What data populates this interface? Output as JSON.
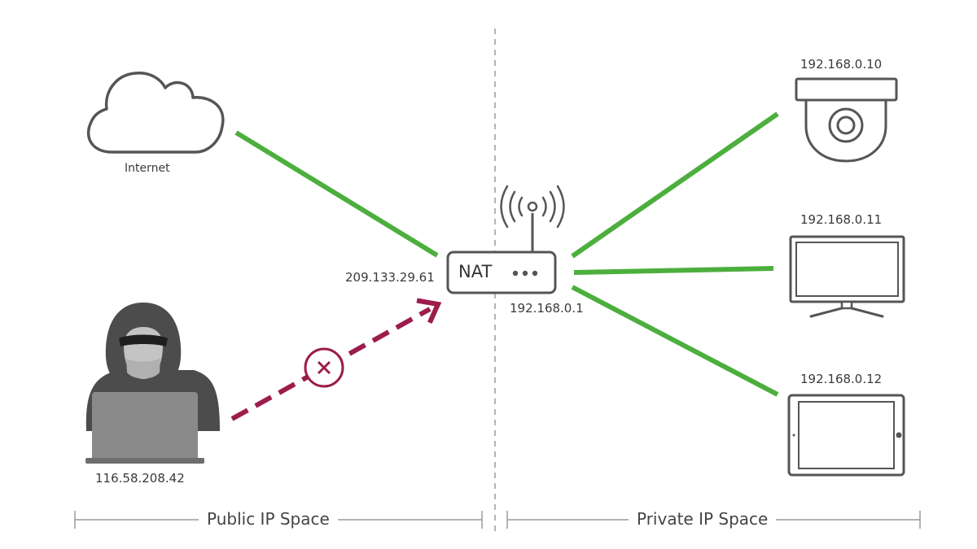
{
  "labels": {
    "internet": "Internet",
    "attacker_ip": "116.58.208.42",
    "router_public_ip": "209.133.29.61",
    "router_private_ip": "192.168.0.1",
    "router_name": "NAT",
    "camera_ip": "192.168.0.10",
    "monitor_ip": "192.168.0.11",
    "tablet_ip": "192.168.0.12",
    "public_space": "Public IP Space",
    "private_space": "Private IP Space"
  },
  "colors": {
    "link_ok": "#4caf3d",
    "link_blocked": "#9c1d4c",
    "outline": "#555555",
    "divider": "#9a9a9a"
  },
  "icons": [
    "cloud-icon",
    "hacker-icon",
    "laptop-icon",
    "router-icon",
    "wifi-signal-icon",
    "security-camera-icon",
    "monitor-icon",
    "tablet-icon",
    "blocked-x-icon"
  ]
}
